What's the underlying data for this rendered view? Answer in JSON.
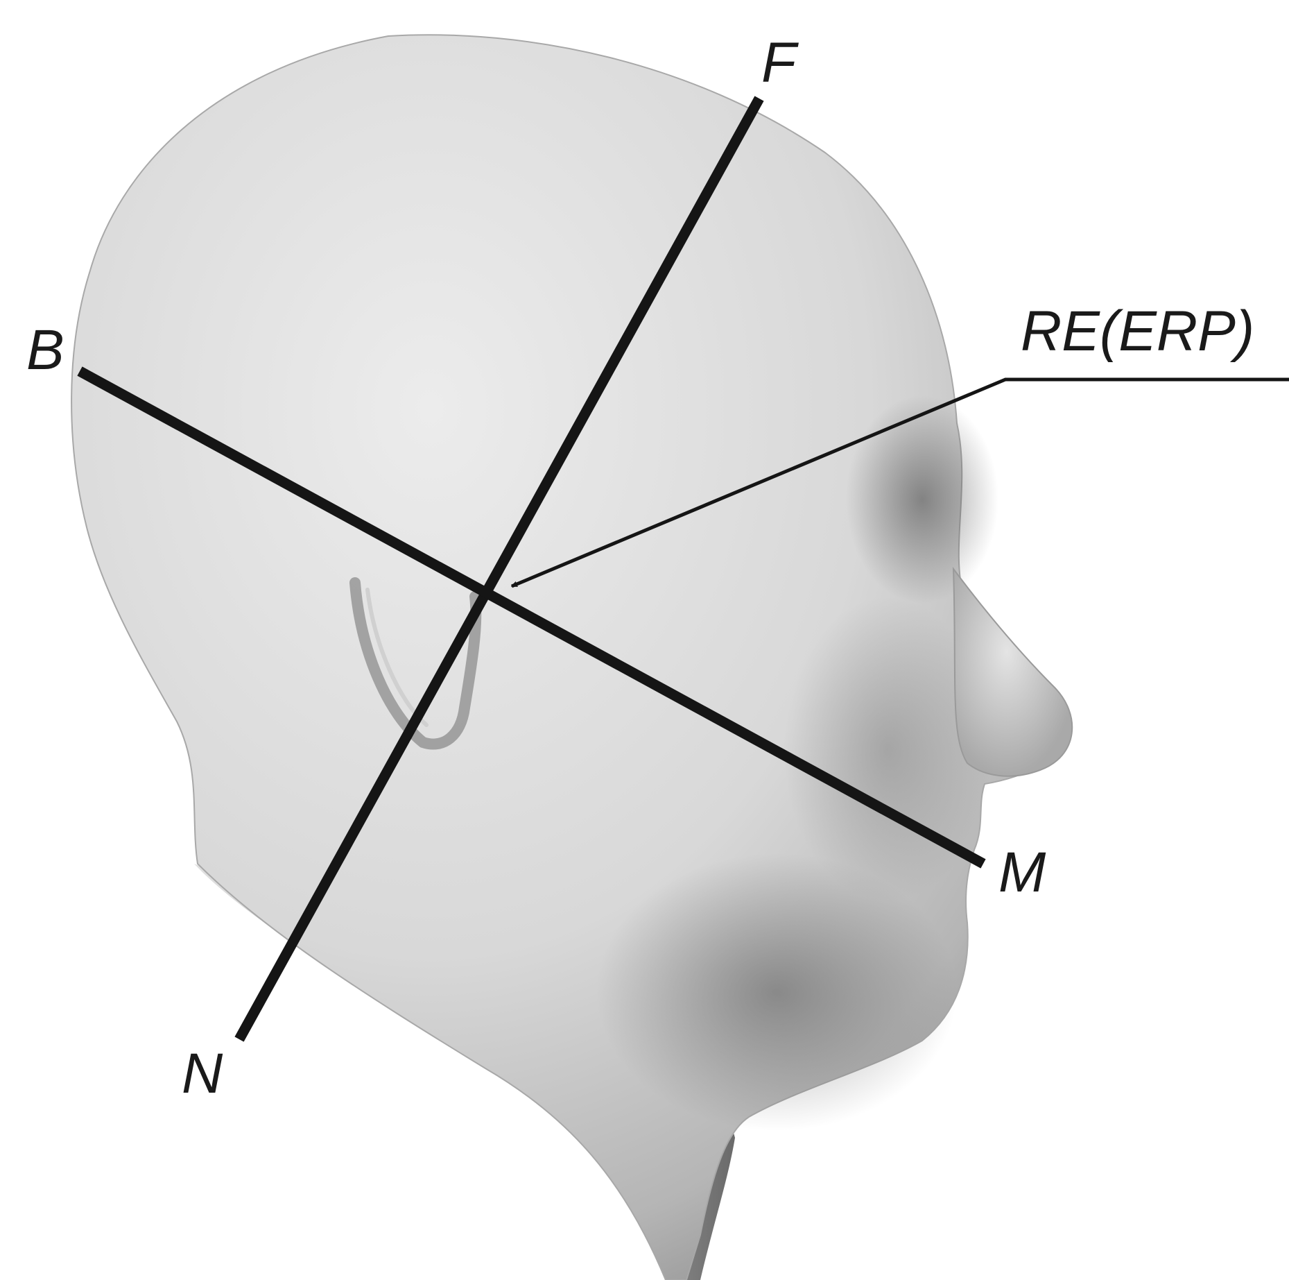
{
  "labels": {
    "f": "F",
    "b": "B",
    "m": "M",
    "n": "N",
    "reference": "RE(ERP)"
  },
  "colors": {
    "skin_light": "#e6e6e6",
    "skin_mid": "#c4c4c4",
    "skin_dark": "#6e6e6e",
    "lines": "#151515"
  }
}
